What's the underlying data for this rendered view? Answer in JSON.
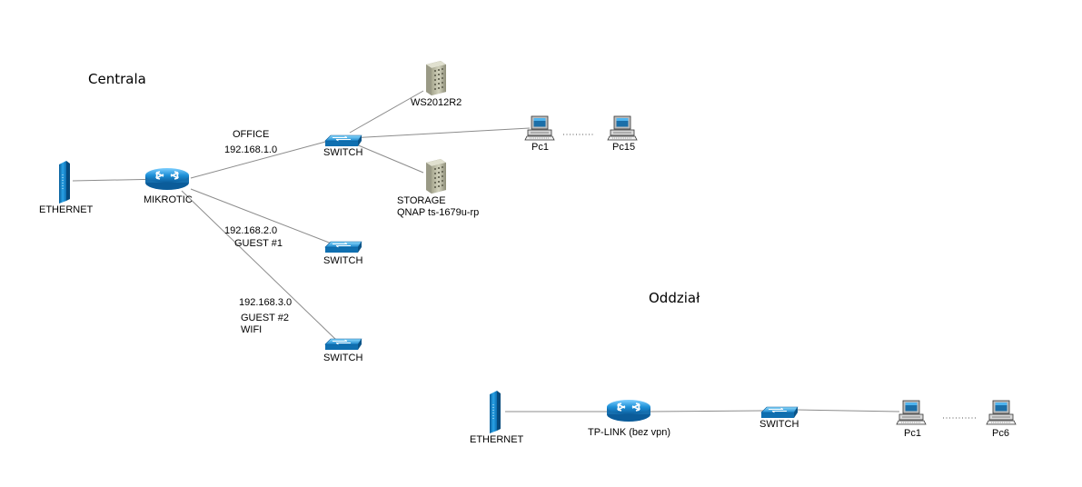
{
  "sections": {
    "centrala": "Centrala",
    "oddzial": "Oddział"
  },
  "centrala": {
    "ethernet": "ETHERNET",
    "router": "MIKROTIC",
    "office_net_name": "OFFICE",
    "office_net_ip": "192.168.1.0",
    "switch_office": "SWITCH",
    "server_ws": "WS2012R2",
    "storage_line1": "STORAGE",
    "storage_line2": "QNAP ts-1679u-rp",
    "pc_first": "Pc1",
    "pc_last": "Pc15",
    "guest1_ip": "192.168.2.0",
    "guest1_name": "GUEST #1",
    "switch_guest1": "SWITCH",
    "guest2_ip": "192.168.3.0",
    "guest2_name": "GUEST #2",
    "guest2_extra": "WIFI",
    "switch_guest2": "SWITCH"
  },
  "oddzial": {
    "ethernet": "ETHERNET",
    "router": "TP-LINK (bez vpn)",
    "switch": "SWITCH",
    "pc_first": "Pc1",
    "pc_last": "Pc6"
  }
}
